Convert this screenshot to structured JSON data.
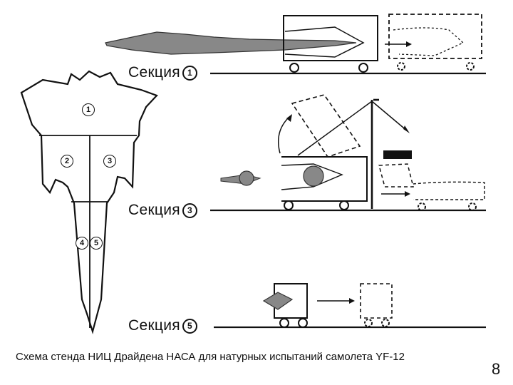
{
  "sections": [
    {
      "label": "Секция",
      "num": "1"
    },
    {
      "label": "Секция",
      "num": "3"
    },
    {
      "label": "Секция",
      "num": "5"
    }
  ],
  "aircraft_parts": [
    "1",
    "2",
    "3",
    "4",
    "5"
  ],
  "caption": "Схема стенда НИЦ Драйдена НАСА для натурных испытаний самолета YF-12",
  "page_number": "8"
}
